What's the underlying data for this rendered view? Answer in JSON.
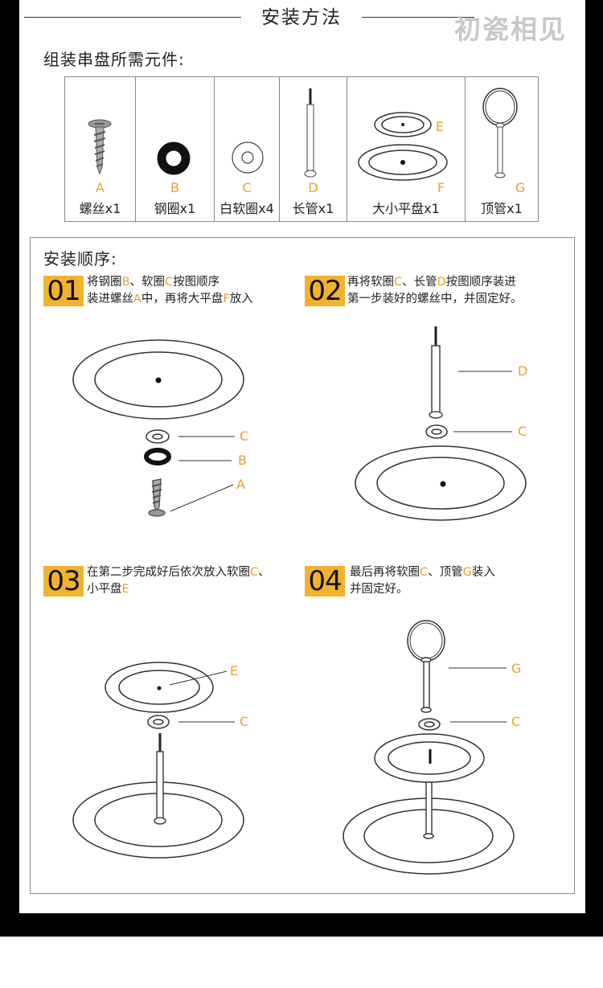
{
  "header": {
    "title": "安装方法",
    "brand": "初瓷相见"
  },
  "parts": {
    "title": "组装串盘所需元件:",
    "items": [
      {
        "letter": "A",
        "name": "螺丝x1"
      },
      {
        "letter": "B",
        "name": "钢圈x1"
      },
      {
        "letter": "C",
        "name": "白软圈x4"
      },
      {
        "letter": "D",
        "name": "长管x1"
      },
      {
        "letter": "E",
        "letter2": "F",
        "name": "大小平盘x1"
      },
      {
        "letter": "G",
        "name": "顶管x1"
      }
    ]
  },
  "steps": {
    "title": "安装顺序:",
    "items": [
      {
        "num": "01",
        "line1": [
          "将钢圈",
          "B",
          "、软圈",
          "C",
          "按图顺序"
        ],
        "line2": [
          "装进螺丝",
          "A",
          "中，再将大平盘",
          "F",
          "放入"
        ]
      },
      {
        "num": "02",
        "line1": [
          "再将软圈",
          "C",
          "、长管",
          "D",
          "按图顺序装进"
        ],
        "line2": [
          "第一步装好的螺丝中，并固定好。"
        ]
      },
      {
        "num": "03",
        "line1": [
          "在第二步完成好后依次放入软圈",
          "C",
          "、"
        ],
        "line2": [
          "小平盘",
          "E"
        ]
      },
      {
        "num": "04",
        "line1": [
          "最后再将软圈",
          "C",
          "、顶管",
          "G",
          "装入"
        ],
        "line2": [
          "并固定好。"
        ]
      }
    ]
  },
  "labels": {
    "s1": [
      "C",
      "B",
      "A"
    ],
    "s2": [
      "D",
      "C"
    ],
    "s3": [
      "E",
      "C"
    ],
    "s4": [
      "G",
      "C"
    ]
  },
  "colors": {
    "accent": "#f2b22e",
    "label": "#e8a22a",
    "frame": "#000000"
  }
}
